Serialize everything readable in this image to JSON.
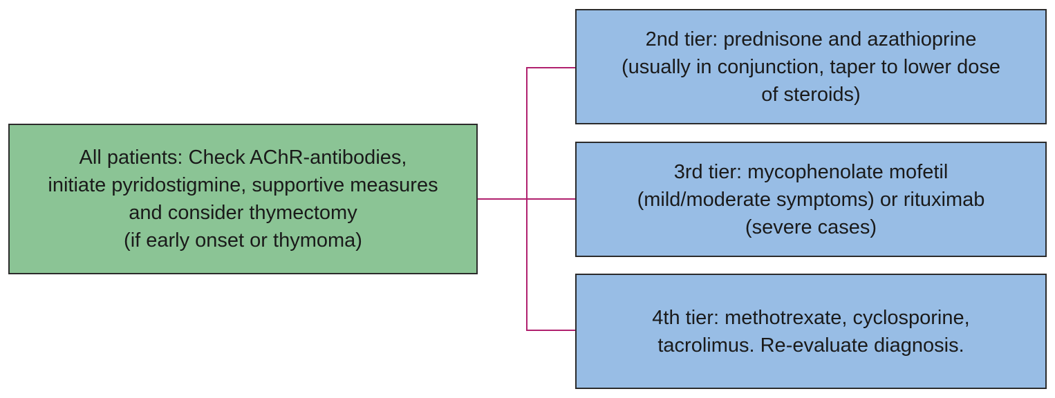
{
  "colors": {
    "root_fill": "#8bc495",
    "tier_fill": "#98bde5",
    "connector": "#b0206e",
    "border": "#2b2b2b"
  },
  "root": {
    "lines": [
      "All patients: Check  AChR-antibodies,",
      "initiate pyridostigmine, supportive measures",
      "and consider thymectomy",
      "(if early onset or thymoma)"
    ]
  },
  "tiers": [
    {
      "lines": [
        "2nd tier: prednisone and azathioprine",
        "(usually in conjunction, taper to lower dose",
        "of steroids)"
      ]
    },
    {
      "lines": [
        "3rd tier: mycophenolate mofetil",
        "(mild/moderate symptoms) or rituximab",
        "(severe cases)"
      ]
    },
    {
      "lines": [
        "4th tier: methotrexate, cyclosporine,",
        "tacrolimus. Re-evaluate diagnosis."
      ]
    }
  ]
}
